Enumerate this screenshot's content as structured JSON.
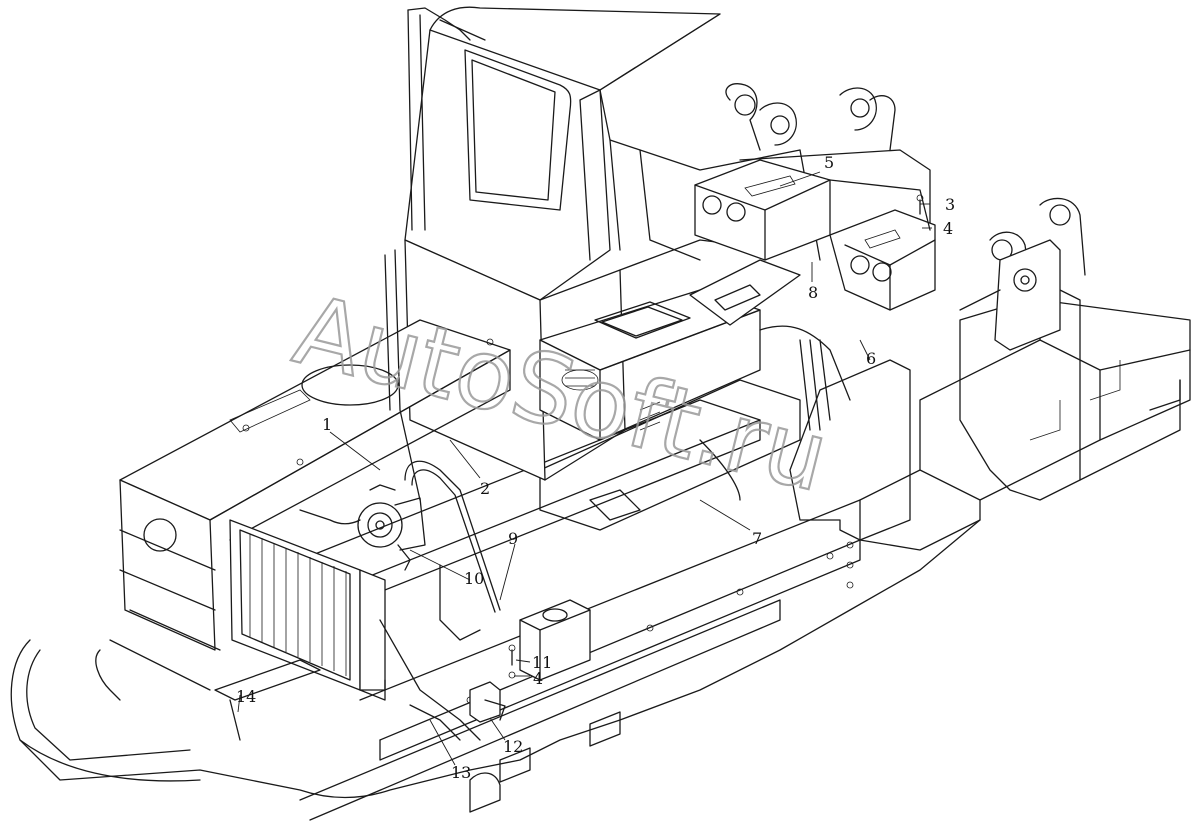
{
  "watermark": "AutoSoft.ru",
  "colors": {
    "line": "#1a1a1a",
    "watermark": "#9a9a9a"
  },
  "callouts": [
    {
      "id": "c1",
      "text": "1"
    },
    {
      "id": "c2",
      "text": "2"
    },
    {
      "id": "c3",
      "text": "3"
    },
    {
      "id": "c4a",
      "text": "4"
    },
    {
      "id": "c4b",
      "text": "4"
    },
    {
      "id": "c5",
      "text": "5"
    },
    {
      "id": "c6",
      "text": "6"
    },
    {
      "id": "c7",
      "text": "7"
    },
    {
      "id": "c8",
      "text": "8"
    },
    {
      "id": "c9",
      "text": "9"
    },
    {
      "id": "c10",
      "text": "10"
    },
    {
      "id": "c11",
      "text": "11"
    },
    {
      "id": "c12",
      "text": "12"
    },
    {
      "id": "c13",
      "text": "13"
    },
    {
      "id": "c14",
      "text": "14"
    }
  ]
}
